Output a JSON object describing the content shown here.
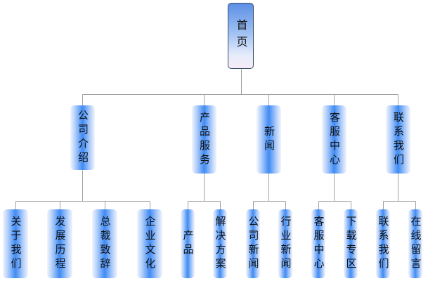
{
  "colors": {
    "connector": "#a0a0a0",
    "node_core": "#3f8bf4",
    "root_border": "#3a4f6a"
  },
  "root": {
    "label": "首页"
  },
  "categories": [
    {
      "label": "公司介绍",
      "children": [
        {
          "label": "关于我们"
        },
        {
          "label": "发展历程"
        },
        {
          "label": "总裁致辞"
        },
        {
          "label": "企业文化"
        }
      ]
    },
    {
      "label": "产品服务",
      "children": [
        {
          "label": "产品"
        },
        {
          "label": "解决方案"
        }
      ]
    },
    {
      "label": "新闻",
      "children": [
        {
          "label": "公司新闻"
        },
        {
          "label": "行业新闻"
        }
      ]
    },
    {
      "label": "客服中心",
      "children": [
        {
          "label": "客服中心"
        },
        {
          "label": "下载专区"
        }
      ]
    },
    {
      "label": "联系我们",
      "children": [
        {
          "label": "联系我们"
        },
        {
          "label": "在线留言"
        }
      ]
    }
  ]
}
